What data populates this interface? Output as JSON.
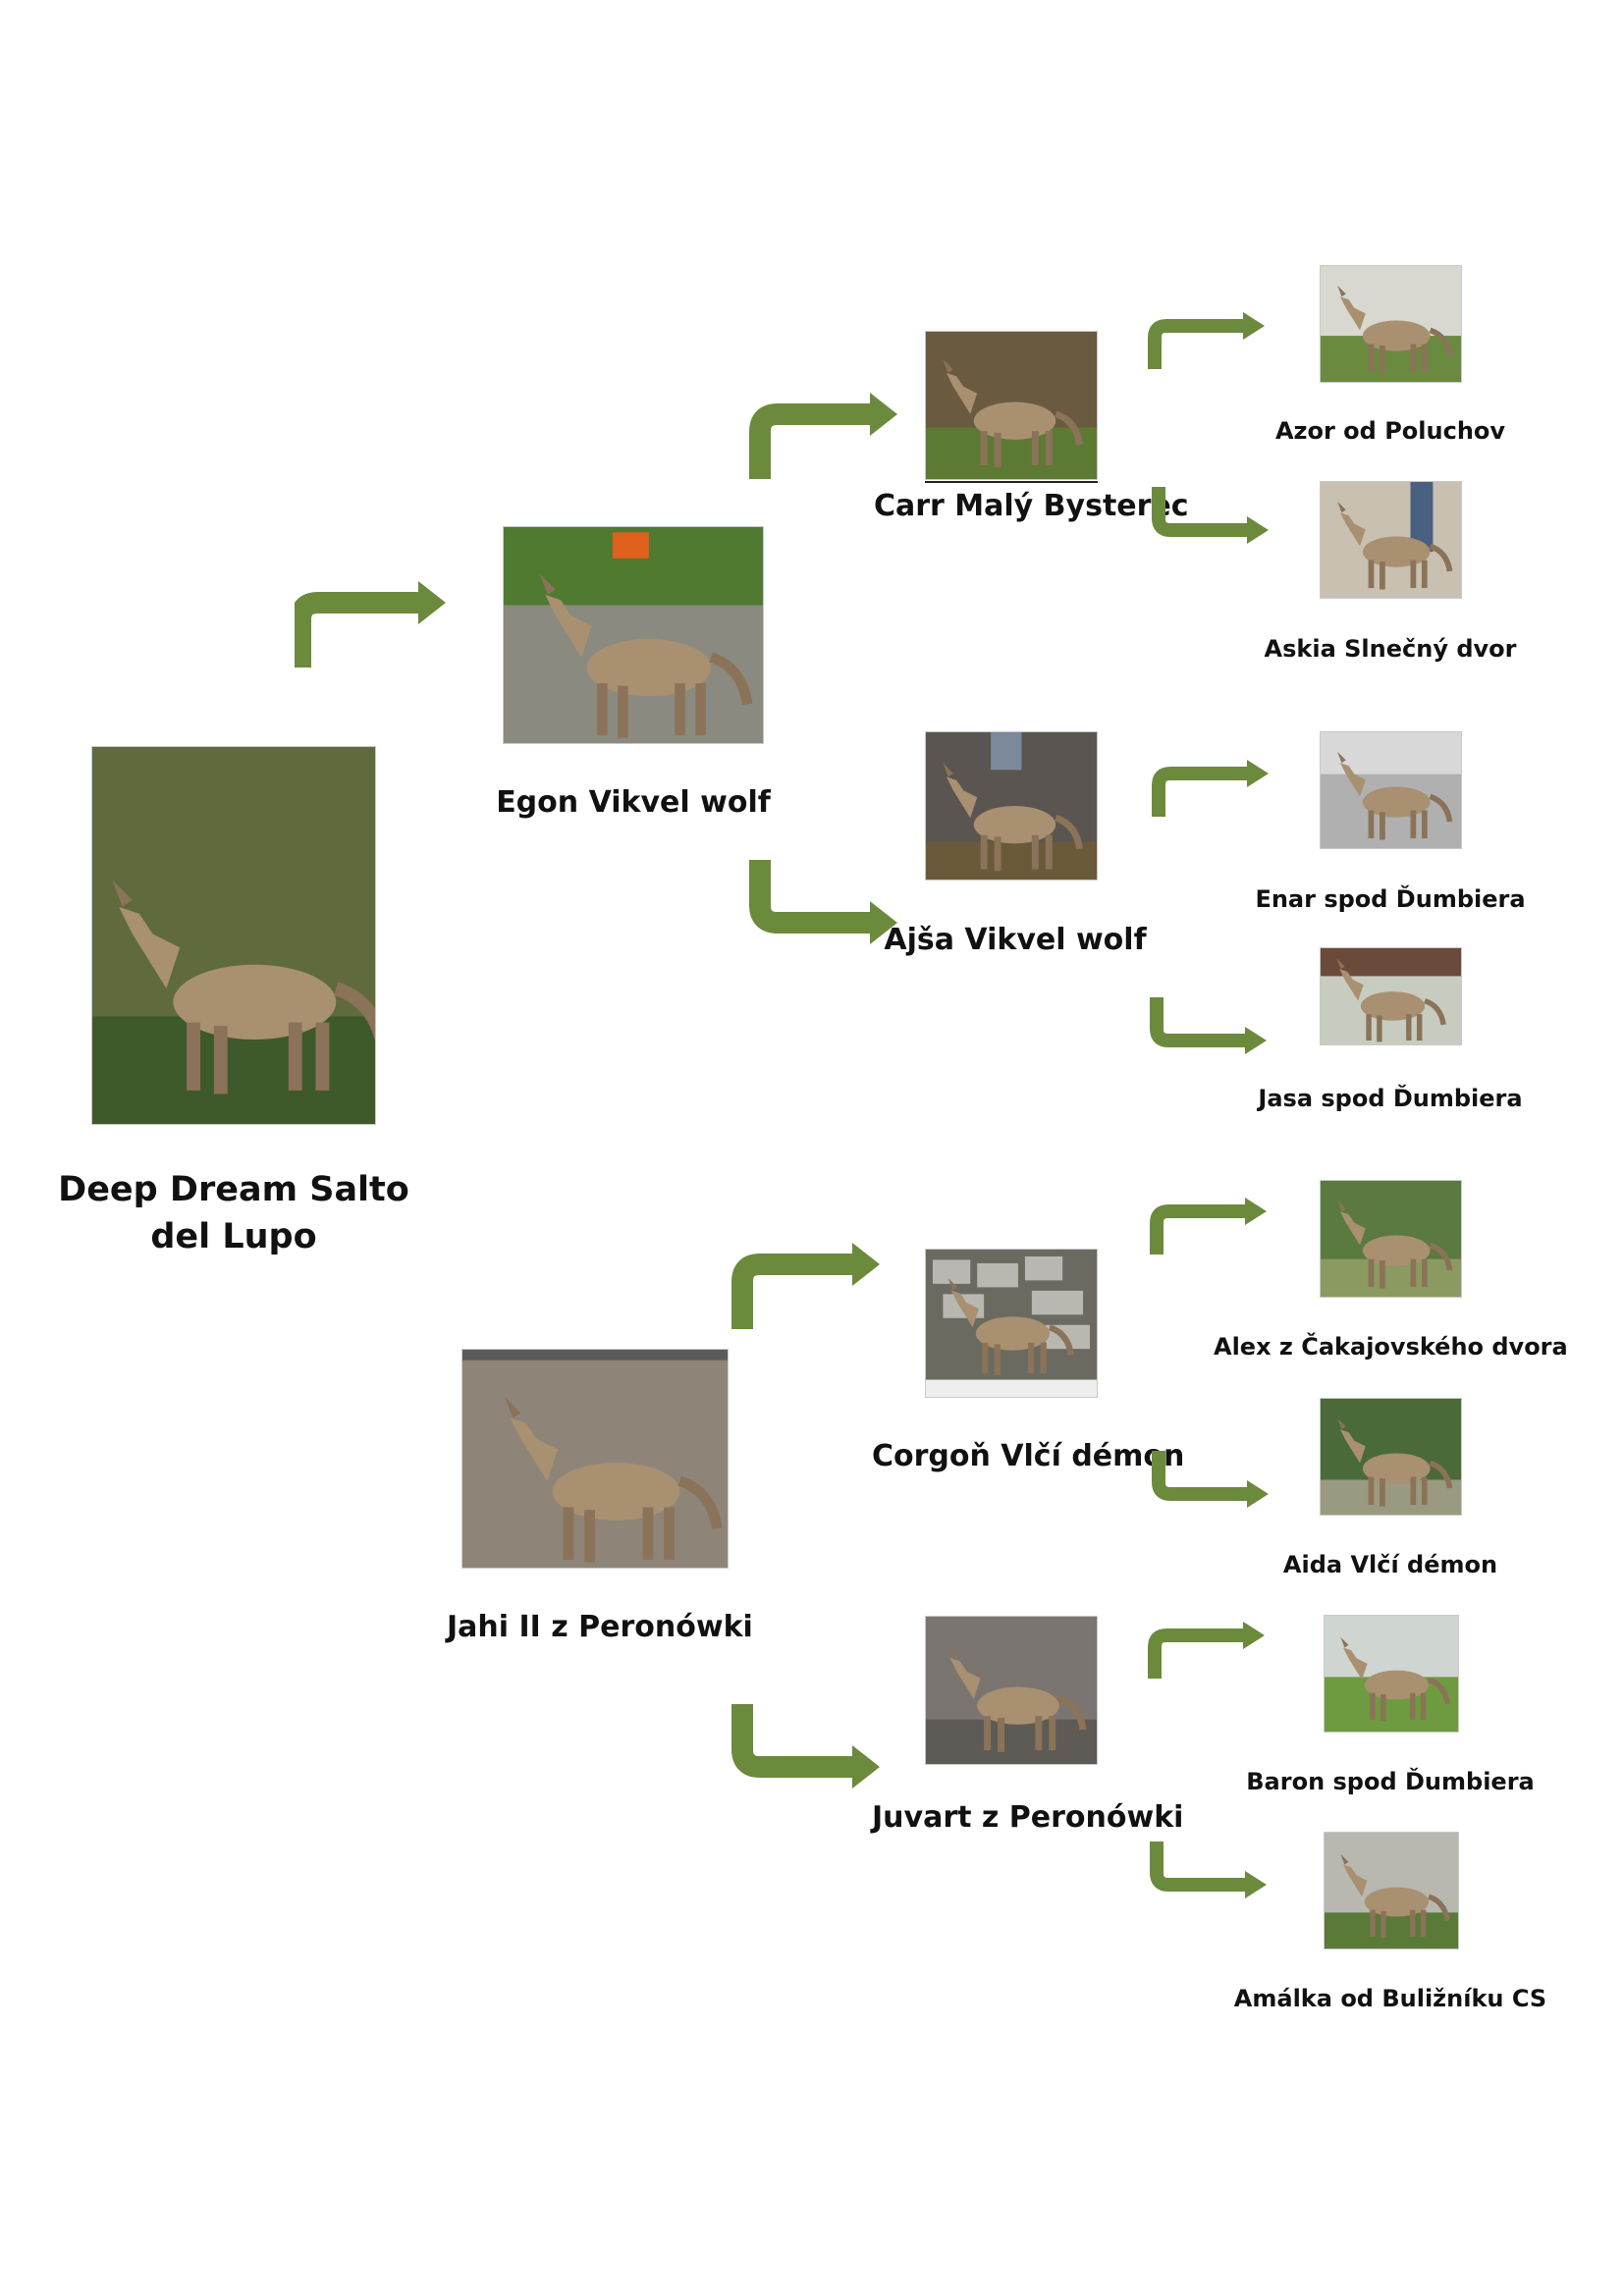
{
  "colors": {
    "arrow": "#6b8a3c",
    "text": "#111111"
  },
  "dogs": {
    "subject": "Deep Dream Salto del Lupo",
    "sire": "Egon Vikvel wolf",
    "dam": "Jahi II z Peronówki",
    "sire_sire": "Carr Malý Bysterec",
    "sire_dam": "Ajša Vikvel wolf",
    "dam_sire": "Corgoň Vlčí démon",
    "dam_dam": "Juvart z Peronówki",
    "ss_sire": "Azor od Poluchov",
    "ss_dam": "Askia Slnečný dvor",
    "sd_sire": "Enar spod Ďumbiera",
    "sd_dam": "Jasa spod Ďumbiera",
    "ds_sire": "Alex z Čakajovského dvora",
    "ds_dam": "Aida Vlčí démon",
    "dd_sire": "Baron spod Ďumbiera",
    "dd_dam": "Amálka od Buližníku CS"
  }
}
